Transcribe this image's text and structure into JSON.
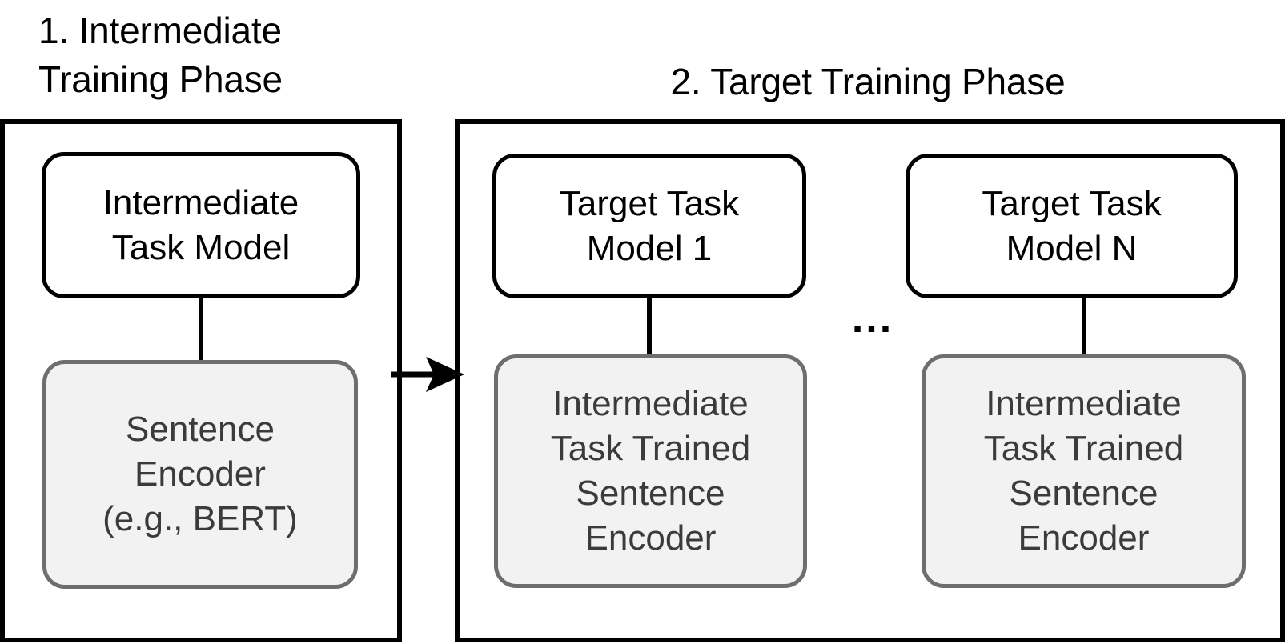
{
  "diagram": {
    "title_left": "1. Intermediate\nTraining Phase",
    "title_right": "2. Target Training Phase",
    "ellipsis": "...",
    "colors": {
      "panel_border": "#000000",
      "model_box_border": "#000000",
      "model_box_fill": "#ffffff",
      "model_box_text": "#000000",
      "encoder_box_border": "#6e6e6e",
      "encoder_box_fill": "#f2f2f2",
      "encoder_box_text": "#3b3b3b",
      "background": "#ffffff",
      "arrow": "#000000"
    },
    "phases": [
      {
        "index": "1",
        "label": "1. Intermediate\nTraining Phase",
        "columns": [
          {
            "model_box": "Intermediate\nTask Model",
            "encoder_box": "Sentence\nEncoder\n(e.g., BERT)"
          }
        ]
      },
      {
        "index": "2",
        "label": "2. Target Training Phase",
        "columns": [
          {
            "model_box": "Target Task\nModel 1",
            "encoder_box": "Intermediate\nTask Trained\nSentence\nEncoder"
          },
          {
            "model_box": "Target Task\nModel N",
            "encoder_box": "Intermediate\nTask Trained\nSentence\nEncoder"
          }
        ]
      }
    ],
    "arrow": {
      "icon": "right-arrow-icon",
      "from": "1. Intermediate Training Phase",
      "to": "2. Target Training Phase"
    }
  }
}
